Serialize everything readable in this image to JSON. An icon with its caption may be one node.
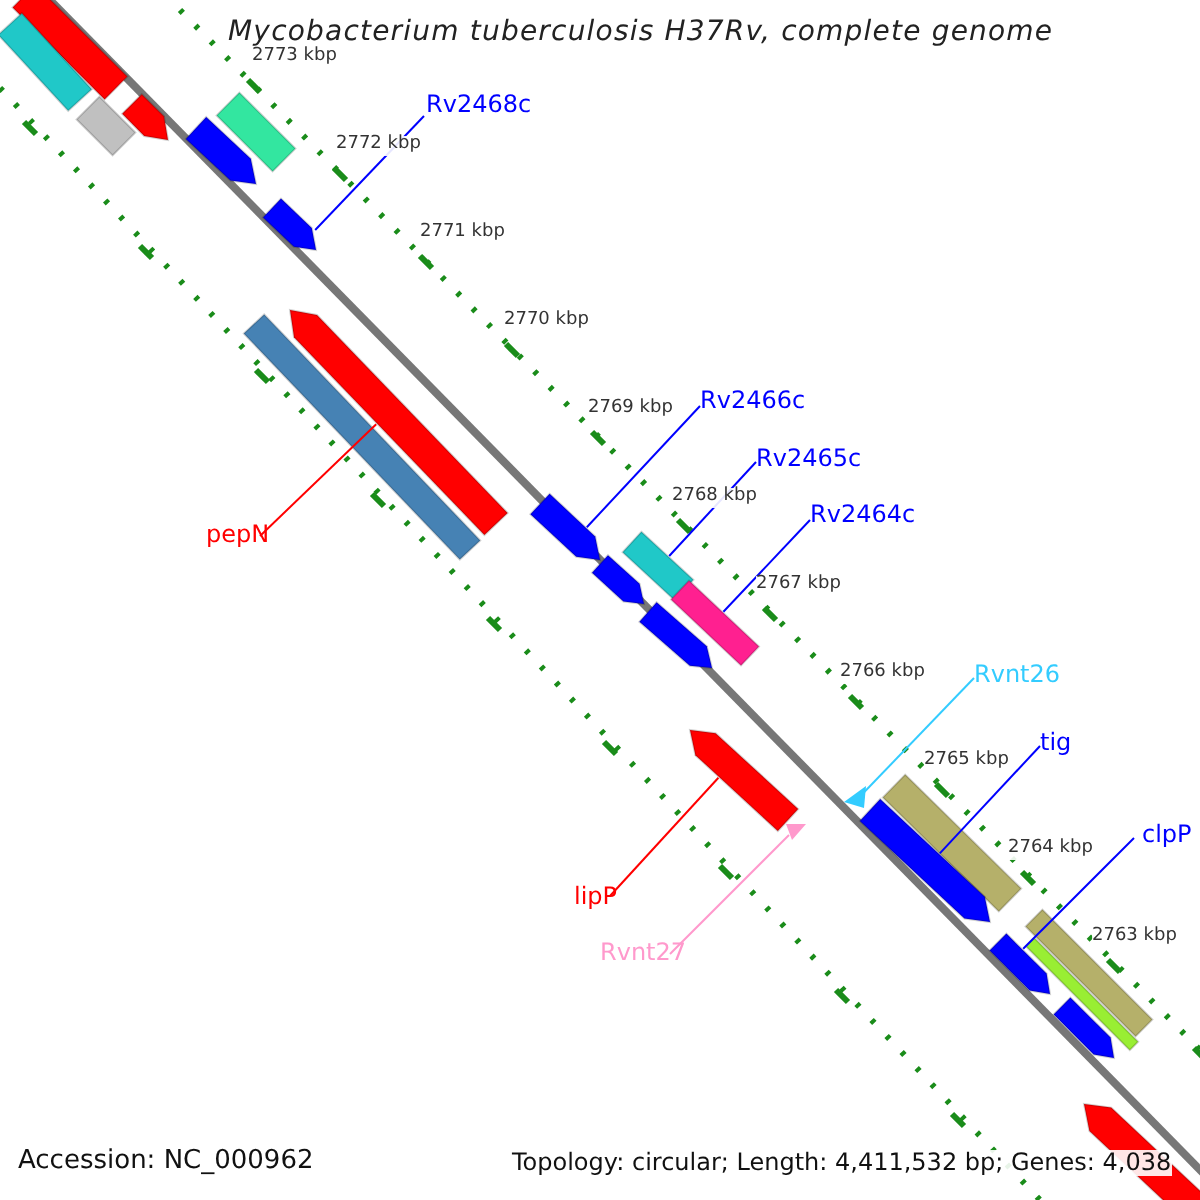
{
  "diagram": {
    "title": "Mycobacterium tuberculosis H37Rv, complete genome",
    "nodes": [
      {
        "text": [],
        "shape": "bar"
      },
      {
        "text": [],
        "shape": "bar"
      },
      {
        "text": [],
        "shape": "bar"
      },
      {
        "text": [],
        "shape": "arrow"
      },
      {
        "text": [],
        "shape": "bar"
      },
      {
        "text": [
          "Rv2468c"
        ]
      },
      {
        "text": [],
        "shape": "arrow"
      },
      {
        "text": [],
        "shape": "arrow"
      },
      {
        "text": [],
        "shape": "arrow"
      },
      {
        "text": [],
        "shape": "bar"
      },
      {
        "text": [
          "Rv2466c"
        ]
      },
      {
        "text": [
          "pepN"
        ]
      },
      {
        "text": [],
        "shape": "arrow"
      },
      {
        "text": [
          "Rv2465c"
        ]
      },
      {
        "text": [],
        "shape": "bar"
      },
      {
        "text": [],
        "shape": "arrow"
      },
      {
        "text": [
          "Rv2464c"
        ]
      },
      {
        "text": [],
        "shape": "bar"
      },
      {
        "text": [],
        "shape": "arrow"
      },
      {
        "text": [
          "Rvnt26"
        ]
      },
      {
        "text": [],
        "shape": "arrow"
      },
      {
        "text": [
          "tig"
        ]
      },
      {
        "text": [],
        "shape": "triangle"
      },
      {
        "text": [],
        "shape": "triangle"
      },
      {
        "text": [],
        "shape": "bar"
      },
      {
        "text": [],
        "shape": "arrow"
      },
      {
        "text": [
          "clpP"
        ]
      },
      {
        "text": [
          "lipP"
        ]
      },
      {
        "text": [
          "Rvnt27"
        ]
      },
      {
        "text": [],
        "shape": "bar"
      },
      {
        "text": [],
        "shape": "bar"
      },
      {
        "text": [],
        "shape": "arrow"
      },
      {
        "text": [],
        "shape": "arrow"
      },
      {
        "text": [],
        "shape": "arrow"
      }
    ],
    "edges": [
      {
        "from": 5,
        "to": 7,
        "arrow": "none"
      },
      {
        "from": 10,
        "to": 12,
        "arrow": "none"
      },
      {
        "from": 13,
        "to": 14,
        "arrow": "none"
      },
      {
        "from": 16,
        "to": 17,
        "arrow": "none"
      },
      {
        "from": 11,
        "to": 8,
        "arrow": "none",
        "color": "#ff0000"
      },
      {
        "from": 19,
        "to": 22,
        "arrow": "none",
        "color": "#33ccff"
      },
      {
        "from": 21,
        "to": 25,
        "arrow": "none"
      },
      {
        "from": 27,
        "to": 20,
        "arrow": "none",
        "color": "#ff0000"
      },
      {
        "from": 26,
        "to": 31,
        "arrow": "none"
      },
      {
        "from": 28,
        "to": 23,
        "arrow": "none",
        "color": "#ff99cc"
      }
    ],
    "labels": [
      "2773 kbp",
      "2772 kbp",
      "2771 kbp",
      "2770 kbp",
      "2769 kbp",
      "2768 kbp",
      "2767 kbp",
      "2766 kbp",
      "2765 kbp",
      "2764 kbp",
      "2763 kbp",
      "Accession: NC_000962",
      "Topology: circular; Length: 4,411,532 bp; Genes: 4,038"
    ]
  }
}
